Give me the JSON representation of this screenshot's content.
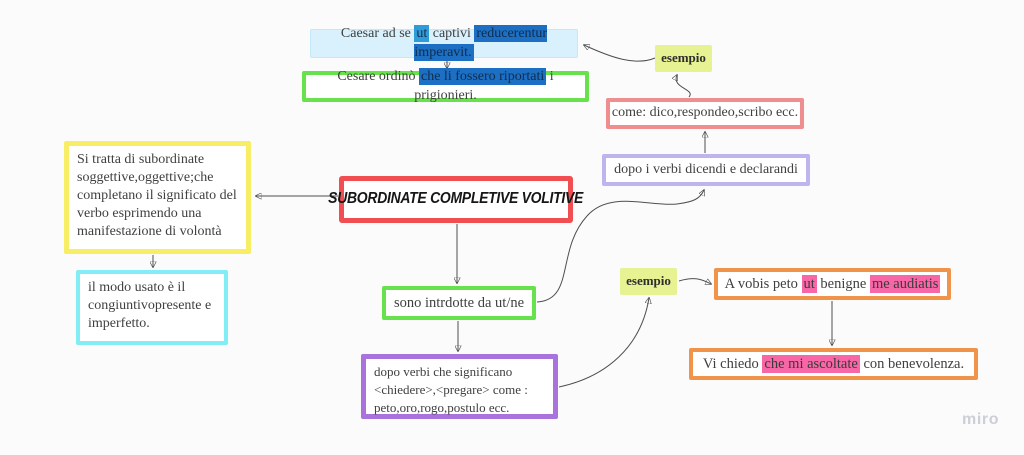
{
  "colors": {
    "board_bg": "#fbfbfb",
    "caesar_fill": "#d9f1fc",
    "green_border": "#68e24c",
    "red_border": "#f04e50",
    "salmon_border": "#ef8e8e",
    "lavender_border": "#beb5ef",
    "purple_border": "#a873dc",
    "yellow_border": "#f8ee66",
    "cyan_border": "#83edf5",
    "orange_border": "#f0944b",
    "esempio_bg": "#e7f292",
    "highlight_blue_light": "#2f9cd9",
    "highlight_blue_dark": "#1d6fc4",
    "highlight_pink": "#f766a7",
    "connector_line": "#4f4f4f",
    "text": "#3f3f3f"
  },
  "watermark": "miro",
  "nodes": {
    "caesar": {
      "s0": "Caesar ad se ",
      "s1": "ut",
      "s2": " captivi ",
      "s3": "reducerentur imperavit."
    },
    "cesare": {
      "s0": "Cesare ordinò ",
      "s1": "che li fossero riportati",
      "s2": " i prigionieri."
    },
    "esempio_top": {
      "label": "esempio"
    },
    "come": {
      "text": "come: dico,respondeo,scribo ecc."
    },
    "dicendi": {
      "text": "dopo i verbi dicendi e declarandi"
    },
    "title": {
      "text": "SUBORDINATE COMPLETIVE VOLITIVE"
    },
    "definizione": {
      "text": "Si tratta di subordinate soggettive,oggettive;che completano il significato del verbo esprimendo una manifestazione di volontà"
    },
    "modo": {
      "text": "il modo usato è il congiuntivopresente e imperfetto."
    },
    "utne": {
      "text": "sono intrdotte da ut/ne"
    },
    "chiedere": {
      "lines": [
        "dopo  verbi che significano",
        "<chiedere>,<pregare> come :",
        "peto,oro,rogo,postulo ecc."
      ]
    },
    "esempio_bottom": {
      "label": "esempio"
    },
    "avobis": {
      "s0": "A vobis peto ",
      "s1": "ut",
      "s2": " benigne ",
      "s3": "me audiatis"
    },
    "vichiedo": {
      "s0": "Vi chiedo ",
      "s1": "che mi ascoltate",
      "s2": " con benevolenza."
    }
  }
}
